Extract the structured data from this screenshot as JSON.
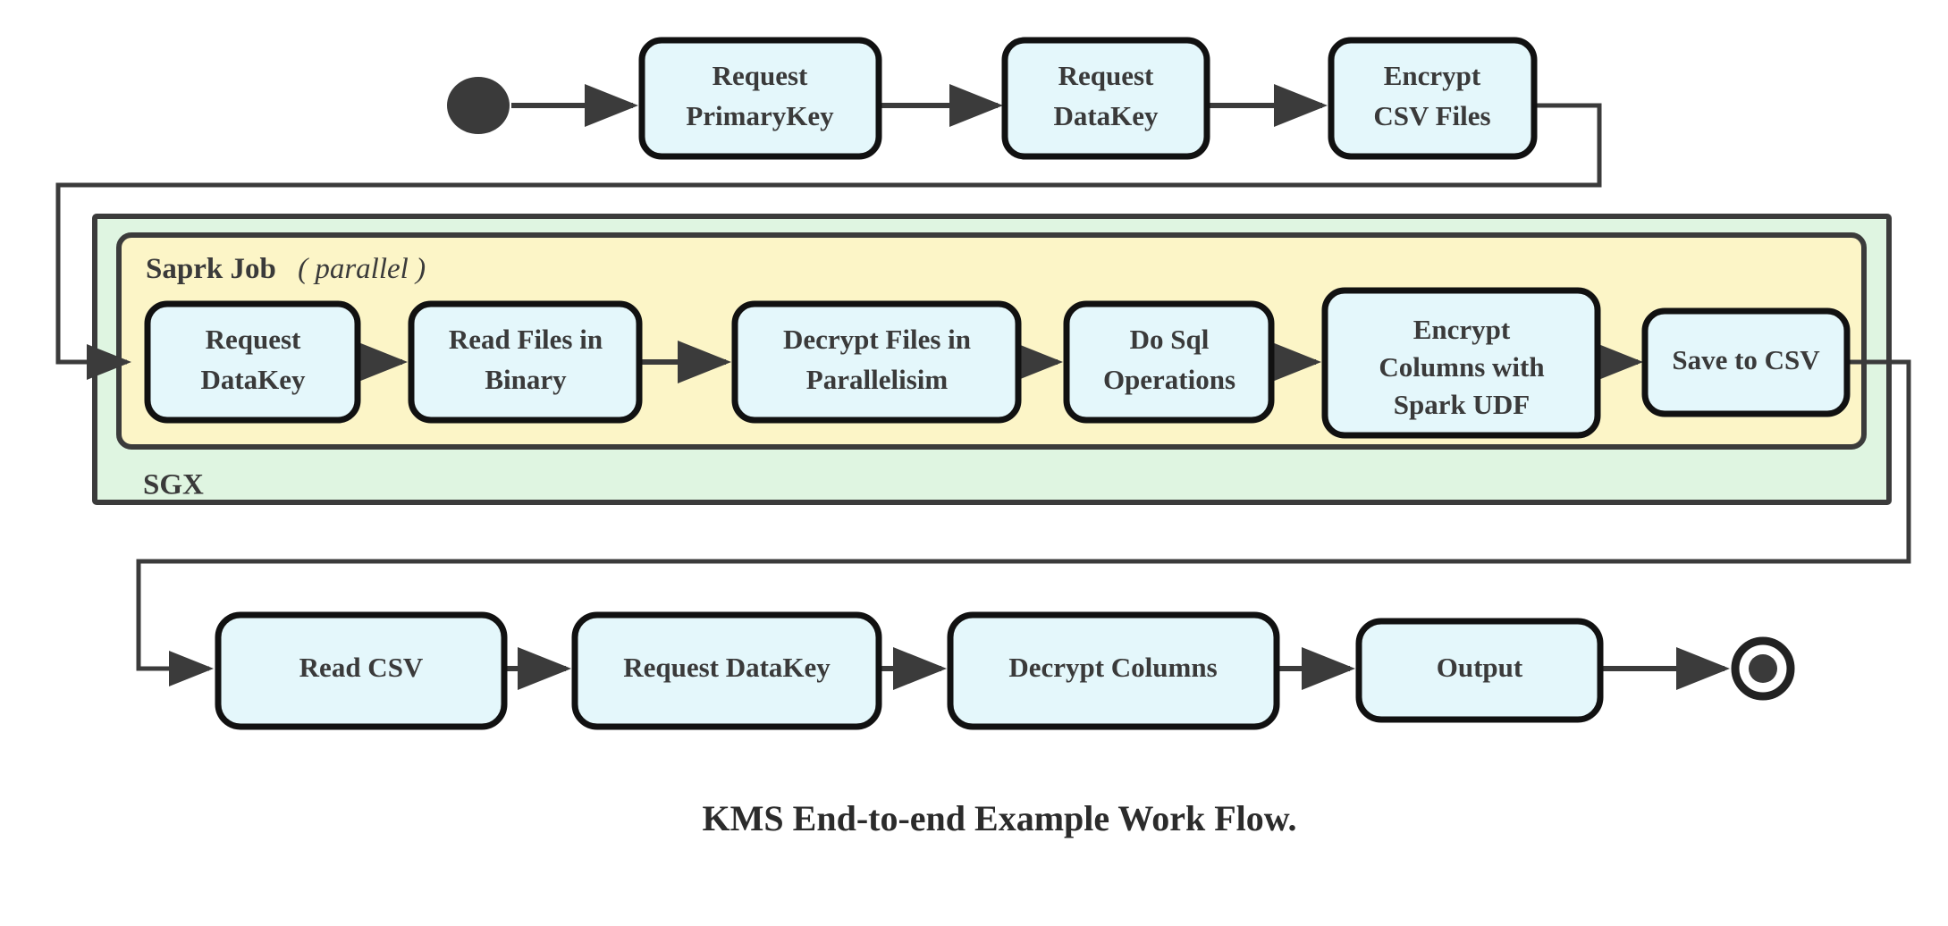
{
  "diagram": {
    "caption": "KMS End-to-end Example Work Flow.",
    "colors": {
      "node_fill": "#e4f7fb",
      "node_stroke": "#111111",
      "group_green_fill": "#dff5e1",
      "group_yellow_fill": "#fcf5c7",
      "group_stroke": "#3b3b3b",
      "edge_stroke": "#3b3b3b",
      "start_node": "#3a3a3a",
      "end_node": "#3a3a3a",
      "text": "#3a3a3a"
    },
    "groups": {
      "outer": {
        "label": "SGX"
      },
      "inner": {
        "label_bold": "Saprk Job",
        "label_italic_open": "(",
        "label_italic": "parallel",
        "label_italic_close": ")"
      }
    },
    "nodes": {
      "start": {
        "name": "start-node"
      },
      "end": {
        "name": "end-node"
      },
      "top_row": [
        {
          "id": "request-primarykey",
          "lines": [
            "Request",
            "PrimaryKey"
          ]
        },
        {
          "id": "request-datakey-top",
          "lines": [
            "Request",
            "DataKey"
          ]
        },
        {
          "id": "encrypt-csv-files",
          "lines": [
            "Encrypt",
            "CSV Files"
          ]
        }
      ],
      "spark_row": [
        {
          "id": "request-datakey-spark",
          "lines": [
            "Request",
            "DataKey"
          ]
        },
        {
          "id": "read-files-in-binary",
          "lines": [
            "Read Files in",
            "Binary"
          ]
        },
        {
          "id": "decrypt-files-in-parallelisim",
          "lines": [
            "Decrypt Files in",
            "Parallelisim"
          ]
        },
        {
          "id": "do-sql-operations",
          "lines": [
            "Do Sql",
            "Operations"
          ]
        },
        {
          "id": "encrypt-columns-with-spark-udf",
          "lines": [
            "Encrypt",
            "Columns with",
            "Spark UDF"
          ]
        },
        {
          "id": "save-to-csv",
          "lines": [
            "Save to CSV"
          ]
        }
      ],
      "bottom_row": [
        {
          "id": "read-csv",
          "lines": [
            "Read CSV"
          ]
        },
        {
          "id": "request-datakey-bottom",
          "lines": [
            "Request DataKey"
          ]
        },
        {
          "id": "decrypt-columns",
          "lines": [
            "Decrypt Columns"
          ]
        },
        {
          "id": "output",
          "lines": [
            "Output"
          ]
        }
      ]
    }
  }
}
